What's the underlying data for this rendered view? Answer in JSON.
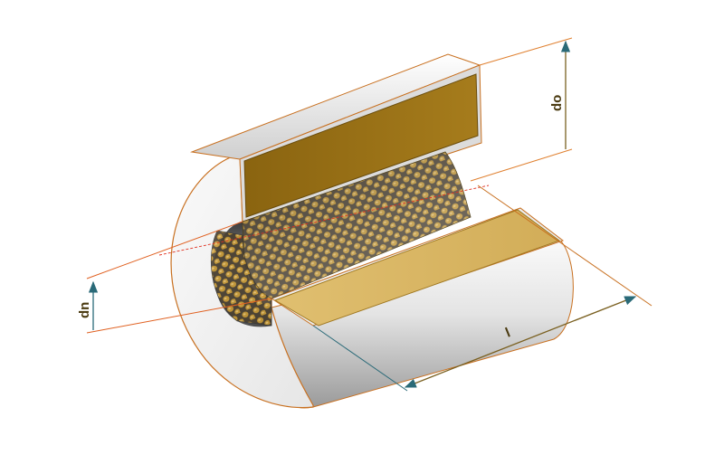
{
  "diagram": {
    "labels": {
      "inner_diameter": "dn",
      "outer_diameter": "do",
      "length": "l"
    },
    "colors": {
      "sleeve_surface": "#f2f2f2",
      "sleeve_shadow": "#9a9a9a",
      "liner_cut_face": "#9c7418",
      "liner_light_face": "#d8b565",
      "dimple": "#b8902c",
      "bore_dark": "#3a3a3a",
      "outline": "#c87020",
      "centerline": "#e03020",
      "dimension_line": "#7a6020",
      "arrow": "#2a6a78"
    },
    "icons": [
      "arrow-up-icon",
      "arrow-double-icon"
    ]
  }
}
